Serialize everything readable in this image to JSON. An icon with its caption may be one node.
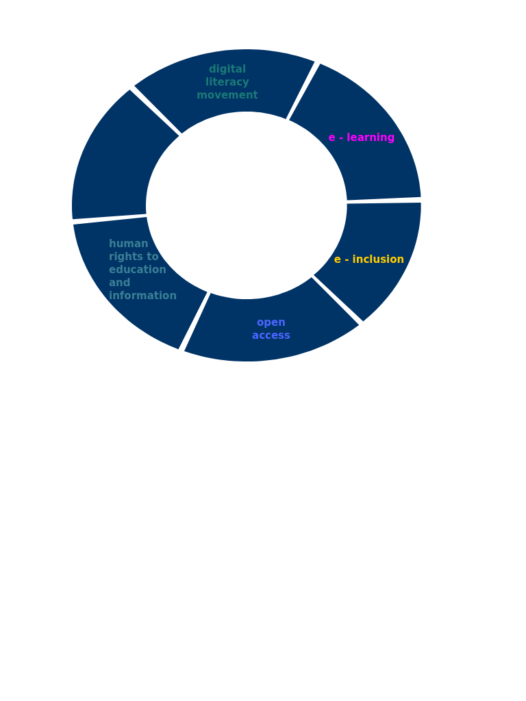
{
  "diagram": {
    "nodes": [
      {
        "text": [
          "digital literacy movement"
        ]
      },
      {
        "text": [
          "e - learning"
        ]
      },
      {
        "text": [],
        "shape": "arc"
      },
      {
        "text": [
          "e - inclusion"
        ]
      },
      {
        "text": [
          "human rights to education and information"
        ]
      },
      {
        "text": [
          "open access"
        ]
      }
    ]
  }
}
